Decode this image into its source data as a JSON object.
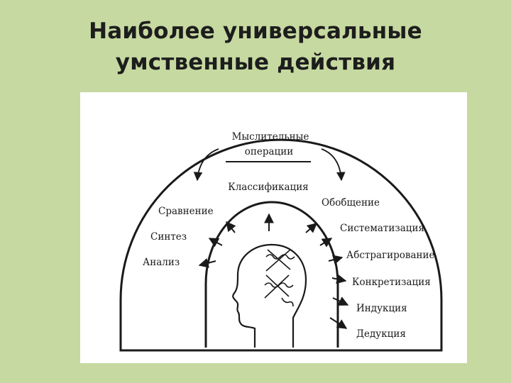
{
  "title": {
    "line1": "Наиболее универсальные",
    "line2": "умственные действия"
  },
  "diagram": {
    "header_line1": "Мыслительные",
    "header_line2": "операции",
    "top_label": "Классификация",
    "left_labels": [
      "Сравнение",
      "Синтез",
      "Анализ"
    ],
    "right_labels": [
      "Обобщение",
      "Систематизация",
      "Абстрагирование",
      "Конкретизация",
      "Индукция",
      "Дедукция"
    ],
    "icons": [
      "human-head-profile-icon",
      "spiral-brain-scribble-icon"
    ]
  }
}
